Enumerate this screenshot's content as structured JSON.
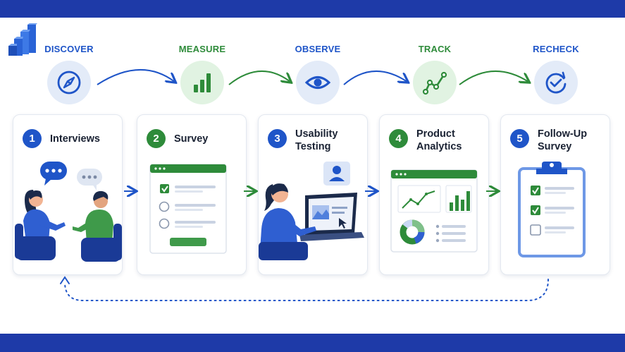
{
  "colors": {
    "blue": "#1f55c8",
    "green": "#2e8b3a",
    "band": "#1e3aa8",
    "light_blue_circle": "#e3ebf8",
    "light_green_circle": "#e1f3e2"
  },
  "stages": [
    {
      "label": "DISCOVER",
      "icon": "compass-icon",
      "color": "#1f55c8"
    },
    {
      "label": "MEASURE",
      "icon": "bar-chart-icon",
      "color": "#2e8b3a"
    },
    {
      "label": "OBSERVE",
      "icon": "eye-icon",
      "color": "#1f55c8"
    },
    {
      "label": "TRACK",
      "icon": "line-chart-icon",
      "color": "#2e8b3a"
    },
    {
      "label": "RECHECK",
      "icon": "refresh-check-icon",
      "color": "#1f55c8"
    }
  ],
  "steps": [
    {
      "number": "1",
      "title": "Interviews",
      "color": "#1f55c8"
    },
    {
      "number": "2",
      "title": "Survey",
      "color": "#2e8b3a"
    },
    {
      "number": "3",
      "title": "Usability Testing",
      "color": "#1f55c8"
    },
    {
      "number": "4",
      "title": "Product Analytics",
      "color": "#2e8b3a"
    },
    {
      "number": "5",
      "title": "Follow-Up Survey",
      "color": "#1f55c8"
    }
  ]
}
